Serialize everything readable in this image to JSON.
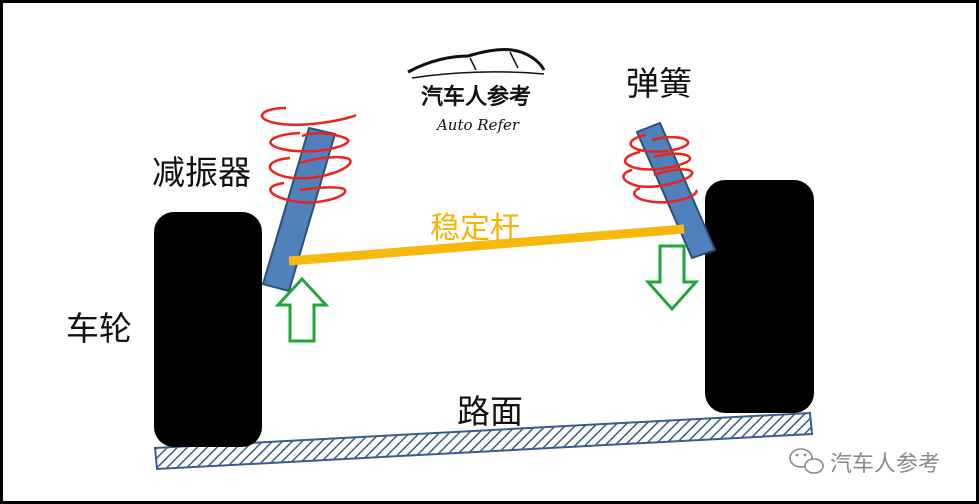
{
  "diagram": {
    "labels": {
      "shock_absorber": "减振器",
      "spring": "弹簧",
      "stabilizer_bar": "稳定杆",
      "wheel": "车轮",
      "road": "路面"
    },
    "logo": {
      "name_cn": "汽车人参考",
      "name_en": "Auto Refer"
    },
    "watermark": "汽车人参考",
    "colors": {
      "frame": "#000000",
      "wheel": "#000000",
      "strut": "#4f81bd",
      "strut_outline": "#2f4f78",
      "spring": "#e8241d",
      "stabilizer_bar": "#f6b80b",
      "arrow": "#22a638",
      "road_hatch": "#385d8a"
    }
  }
}
